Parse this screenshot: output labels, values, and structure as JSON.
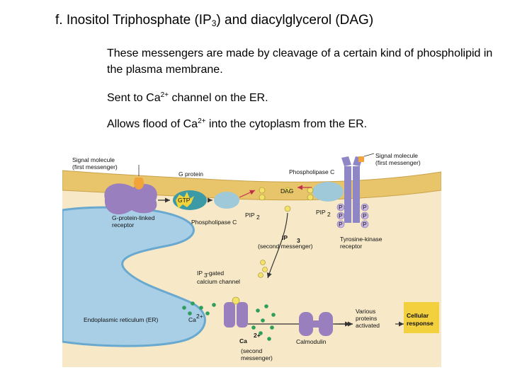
{
  "title": {
    "main": "f. Inositol Triphosphate (IP",
    "sub": "3",
    "rest": ") and diacylglycerol (DAG)"
  },
  "bullets": [
    {
      "text": "These messengers are made by cleavage of a certain kind of phospholipid in the plasma membrane."
    },
    {
      "pre": "Sent to Ca",
      "sup": "2+",
      "post": " channel on the ER."
    },
    {
      "pre": "Allows flood of Ca",
      "sup": "2+",
      "post": " into the cytoplasm from the ER."
    }
  ],
  "figure": {
    "labels": {
      "signal_left_1": "Signal molecule",
      "signal_left_2": "(first messenger)",
      "g_protein": "G protein",
      "gtp": "GTP",
      "gpcr_1": "G-protein-linked",
      "gpcr_2": "receptor",
      "phospholipase_c_left": "Phospholipase C",
      "phospholipase_c_right": "Phospholipase C",
      "dag": "DAG",
      "pip2_left": "PIP",
      "pip2_left_sub": "2",
      "pip2_right": "PIP",
      "pip2_right_sub": "2",
      "signal_right_1": "Signal molecule",
      "signal_right_2": "(first messenger)",
      "rtk_1": "Tyrosine-kinase",
      "rtk_2": "receptor",
      "ip3": "IP",
      "ip3_sub": "3",
      "ip3_second": "(second messenger)",
      "ip3_gated_1": "IP",
      "ip3_gated_sub": "3",
      "ip3_gated_2": "-gated",
      "ip3_gated_3": "calcium channel",
      "er": "Endoplasmic reticulum (ER)",
      "ca_small": "Ca",
      "ca_small_sup": "2+",
      "ca_big": "Ca",
      "ca_big_sup": "2+",
      "ca_second_1": "(second",
      "ca_second_2": "messenger)",
      "calmodulin": "Calmodulin",
      "various_1": "Various",
      "various_2": "proteins",
      "various_3": "activated",
      "cellular_1": "Cellular",
      "cellular_2": "response",
      "p": "P"
    },
    "colors": {
      "cytoplasm": "#f7e9c8",
      "membrane": "#e8c46a",
      "extracellular": "#ffffff",
      "er": "#a9cfe6",
      "er_edge": "#6aa9cf",
      "receptor": "#9a7fbf",
      "g_protein": "#3b9aa6",
      "gtp": "#f2d43a",
      "phospholipase": "#9fc9d8",
      "calcium": "#2e9e5b",
      "arrow": "#333333",
      "red_arrow": "#c0304a",
      "cellular_response": "#f3d03e"
    }
  }
}
